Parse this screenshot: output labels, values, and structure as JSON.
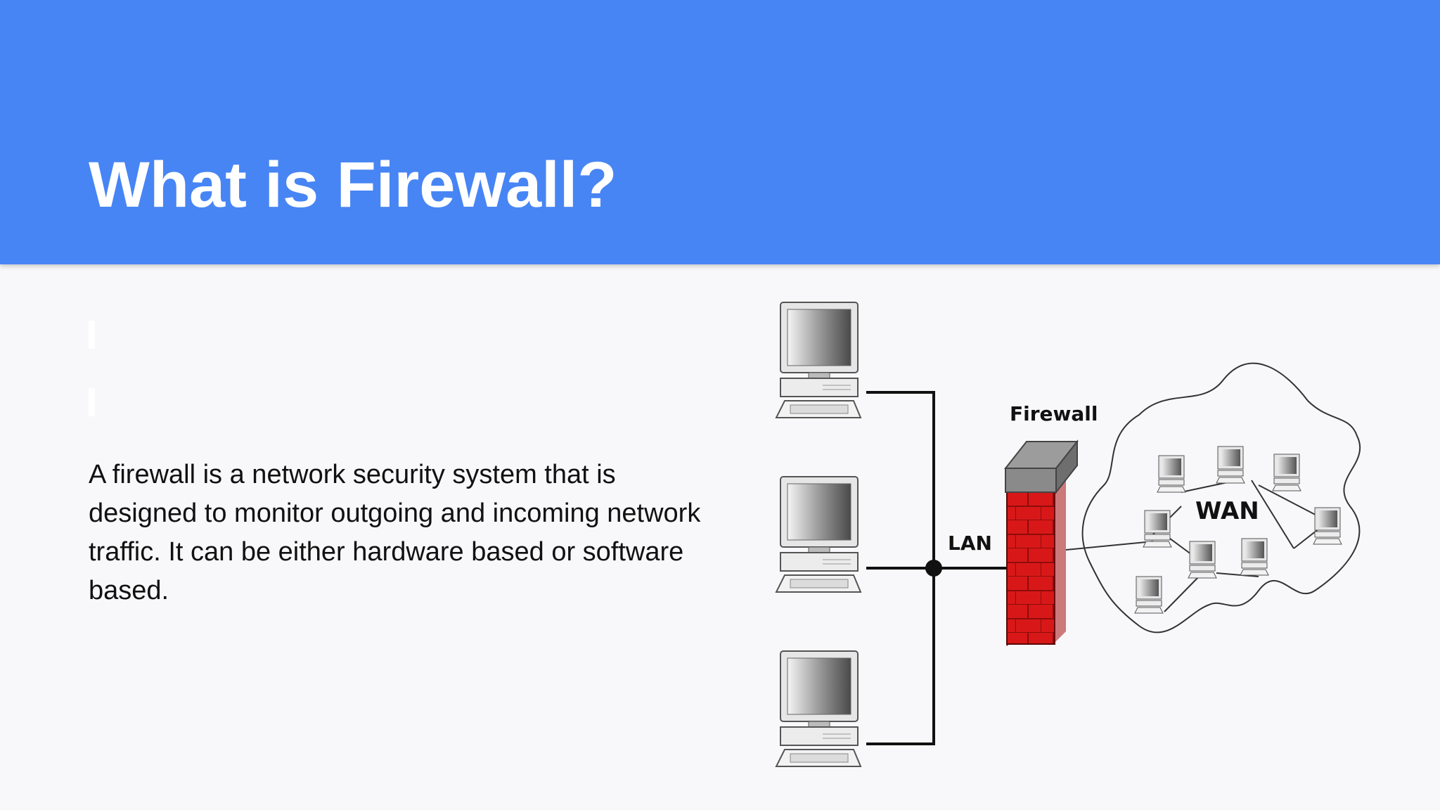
{
  "slide": {
    "title": "What is Firewall?",
    "body": "A firewall is a network security system that is designed to monitor outgoing and incoming network traffic. It can be either hardware based or software based."
  },
  "diagram": {
    "firewall_label": "Firewall",
    "lan_label": "LAN",
    "wan_label": "WAN"
  },
  "colors": {
    "header": "#4785f4",
    "firewall_brick": "#d81818",
    "background": "#f8f8fa"
  }
}
